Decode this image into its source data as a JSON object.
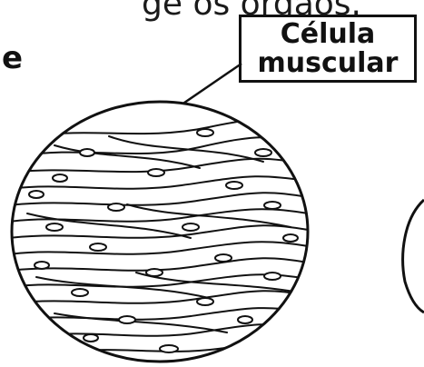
{
  "header": {
    "partial_text": "ge os órgãos.",
    "partial_bold": "e"
  },
  "label": {
    "line1": "Célula",
    "line2": "muscular"
  }
}
